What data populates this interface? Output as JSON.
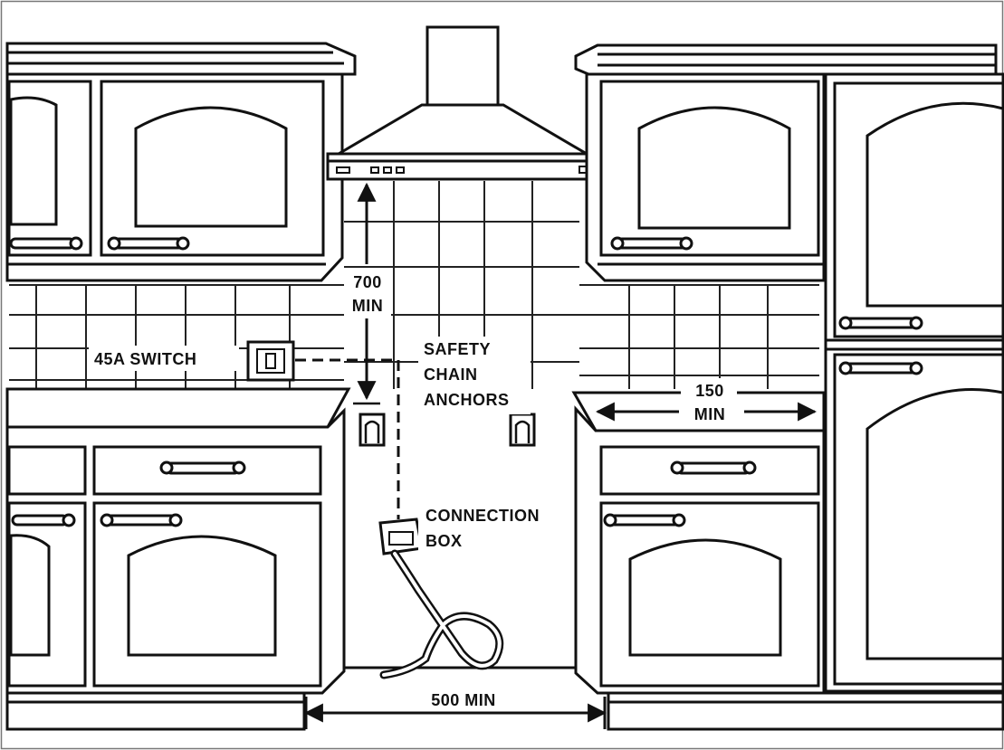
{
  "labels": {
    "hood_clearance_value": "700",
    "hood_clearance_unit": "MIN",
    "switch": "45A SWITCH",
    "anchors_line1": "SAFETY",
    "anchors_line2": "CHAIN",
    "anchors_line3": "ANCHORS",
    "side_clearance_value": "150",
    "side_clearance_unit": "MIN",
    "connection_line1": "CONNECTION",
    "connection_line2": "BOX",
    "gap_width": "500 MIN"
  },
  "colors": {
    "ink": "#111111",
    "paper": "#ffffff"
  }
}
